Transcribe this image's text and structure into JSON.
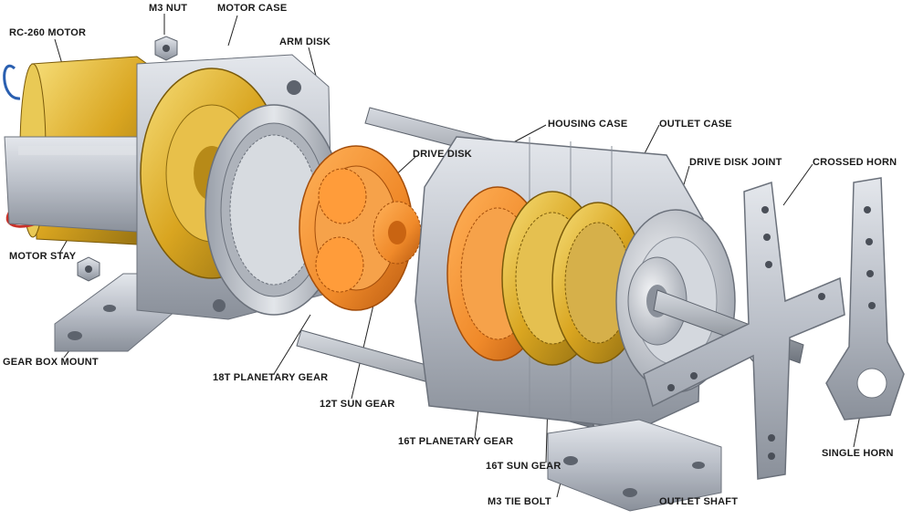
{
  "labels": {
    "rc260_motor": "RC-260 MOTOR",
    "m3_nut": "M3 NUT",
    "motor_case": "MOTOR CASE",
    "arm_disk": "ARM DISK",
    "drive_disk": "DRIVE DISK",
    "housing_case": "HOUSING CASE",
    "outlet_case": "OUTLET CASE",
    "drive_disk_joint": "DRIVE DISK JOINT",
    "crossed_horn": "CROSSED HORN",
    "motor_stay": "MOTOR STAY",
    "gear_box_mount": "GEAR BOX MOUNT",
    "planetary_gear_18t": "18T PLANETARY GEAR",
    "sun_gear_12t": "12T SUN GEAR",
    "planetary_gear_16t": "16T PLANETARY GEAR",
    "sun_gear_16t": "16T SUN GEAR",
    "m3_tie_bolt": "M3 TIE BOLT",
    "outlet_shaft": "OUTLET SHAFT",
    "single_horn": "SINGLE HORN"
  },
  "colors": {
    "motor_gold": "#d9a520",
    "gear_orange": "#f08a2a",
    "gear_gold": "#c9a24a",
    "metal_gray": "#b8bcc4",
    "metal_dark": "#7d828c",
    "motor_wire_blue": "#2a5fb0",
    "motor_wire_red": "#c8322a"
  }
}
